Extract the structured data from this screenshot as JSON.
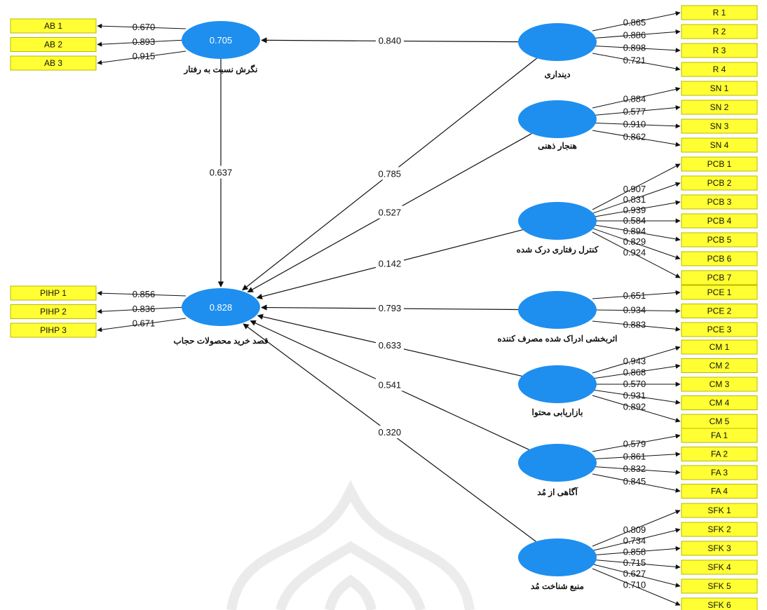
{
  "constructs": [
    {
      "id": "ab",
      "label": "نگرش نسبت به رفتار",
      "r2": "0.705"
    },
    {
      "id": "pihp",
      "label": "قصد خرید محصولات حجاب",
      "r2": "0.828"
    },
    {
      "id": "rel",
      "label": "دینداری",
      "r2": ""
    },
    {
      "id": "sn",
      "label": "هنجار ذهنی",
      "r2": ""
    },
    {
      "id": "pcb",
      "label": "کنترل رفتاری درک شده",
      "r2": ""
    },
    {
      "id": "pce",
      "label": "اثربخشی ادراک شده مصرف کننده",
      "r2": ""
    },
    {
      "id": "cm",
      "label": "بازاریابی محتوا",
      "r2": ""
    },
    {
      "id": "fa",
      "label": "آگاهی از مُد",
      "r2": ""
    },
    {
      "id": "sfk",
      "label": "منبع شناخت مُد",
      "r2": ""
    }
  ],
  "paths": [
    {
      "from": "rel",
      "to": "ab",
      "value": "0.840"
    },
    {
      "from": "ab",
      "to": "pihp",
      "value": "0.637"
    },
    {
      "from": "rel",
      "to": "pihp",
      "value": "0.785"
    },
    {
      "from": "sn",
      "to": "pihp",
      "value": "0.527"
    },
    {
      "from": "pcb",
      "to": "pihp",
      "value": "0.142"
    },
    {
      "from": "pce",
      "to": "pihp",
      "value": "0.793"
    },
    {
      "from": "cm",
      "to": "pihp",
      "value": "0.633"
    },
    {
      "from": "fa",
      "to": "pihp",
      "value": "0.541"
    },
    {
      "from": "sfk",
      "to": "pihp",
      "value": "0.320"
    }
  ],
  "indicators": {
    "ab": [
      {
        "name": "AB 1",
        "loading": "0.670"
      },
      {
        "name": "AB 2",
        "loading": "0.893"
      },
      {
        "name": "AB 3",
        "loading": "0.915"
      }
    ],
    "pihp": [
      {
        "name": "PIHP 1",
        "loading": "0.856"
      },
      {
        "name": "PIHP 2",
        "loading": "0.836"
      },
      {
        "name": "PIHP 3",
        "loading": "0.671"
      }
    ],
    "rel": [
      {
        "name": "R 1",
        "loading": "0.865"
      },
      {
        "name": "R 2",
        "loading": "0.886"
      },
      {
        "name": "R 3",
        "loading": "0.898"
      },
      {
        "name": "R 4",
        "loading": "0.721"
      }
    ],
    "sn": [
      {
        "name": "SN 1",
        "loading": "0.884"
      },
      {
        "name": "SN 2",
        "loading": "0.577"
      },
      {
        "name": "SN 3",
        "loading": "0.910"
      },
      {
        "name": "SN 4",
        "loading": "0.862"
      }
    ],
    "pcb": [
      {
        "name": "PCB 1",
        "loading": "0.907"
      },
      {
        "name": "PCB 2",
        "loading": "0.831"
      },
      {
        "name": "PCB 3",
        "loading": "0.939"
      },
      {
        "name": "PCB 4",
        "loading": "0.584"
      },
      {
        "name": "PCB 5",
        "loading": "0.894"
      },
      {
        "name": "PCB 6",
        "loading": "0.829"
      },
      {
        "name": "PCB 7",
        "loading": "0.924"
      }
    ],
    "pce": [
      {
        "name": "PCE 1",
        "loading": "0.651"
      },
      {
        "name": "PCE 2",
        "loading": "0.934"
      },
      {
        "name": "PCE 3",
        "loading": "0.883"
      }
    ],
    "cm": [
      {
        "name": "CM 1",
        "loading": "0.943"
      },
      {
        "name": "CM 2",
        "loading": "0.868"
      },
      {
        "name": "CM 3",
        "loading": "0.570"
      },
      {
        "name": "CM 4",
        "loading": "0.931"
      },
      {
        "name": "CM 5",
        "loading": "0.892"
      }
    ],
    "fa": [
      {
        "name": "FA 1",
        "loading": "0.579"
      },
      {
        "name": "FA 2",
        "loading": "0.861"
      },
      {
        "name": "FA 3",
        "loading": "0.832"
      },
      {
        "name": "FA 4",
        "loading": "0.845"
      }
    ],
    "sfk": [
      {
        "name": "SFK 1",
        "loading": "0.809"
      },
      {
        "name": "SFK 2",
        "loading": "0.734"
      },
      {
        "name": "SFK 3",
        "loading": "0.858"
      },
      {
        "name": "SFK 4",
        "loading": "0.715"
      },
      {
        "name": "SFK 5",
        "loading": "0.627"
      },
      {
        "name": "SFK 6",
        "loading": "0.710"
      }
    ]
  },
  "colors": {
    "construct": "#1e8fef",
    "indicator": "#ffff33",
    "indicator_border": "#b8b800",
    "line": "#111111"
  }
}
